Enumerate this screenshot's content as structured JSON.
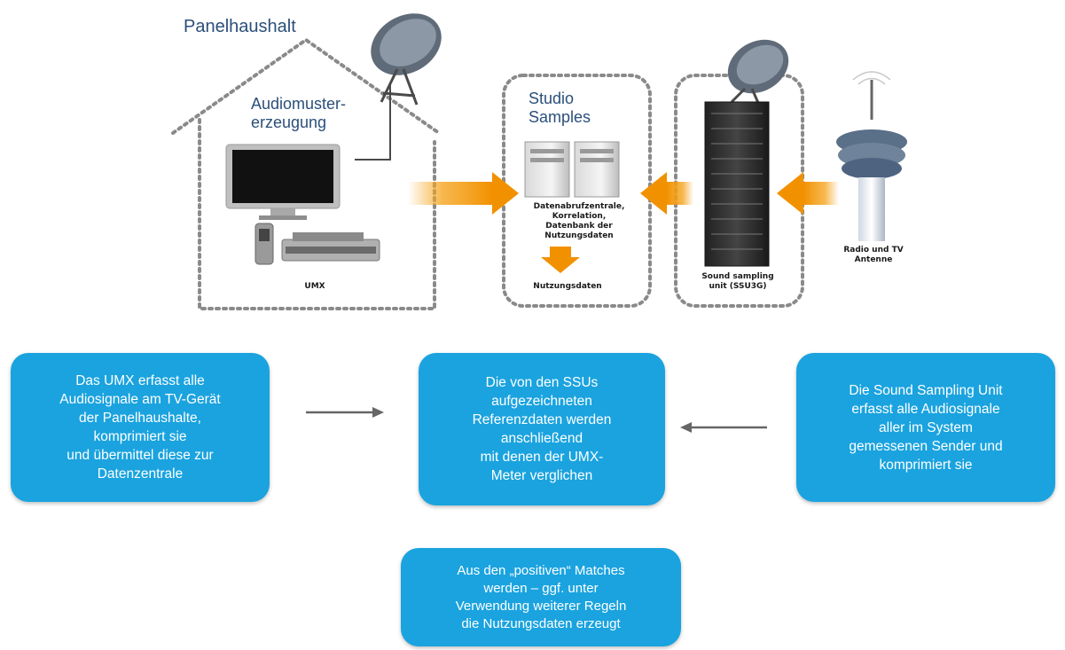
{
  "diagram": {
    "household": {
      "title": "Panelhaushalt",
      "area_label": "Audiomuster-\nerzeugung",
      "device_label": "UMX"
    },
    "studio": {
      "title": "Studio\nSamples",
      "server_caption": "Datenabrufzentrale,\nKorrelation,\nDatenbank der\nNutzungsdaten",
      "output_label": "Nutzungsdaten"
    },
    "ssu": {
      "label": "Sound sampling\nunit (SSU3G)"
    },
    "antenna": {
      "label": "Radio und TV\nAntenne"
    },
    "boxes": {
      "umx": "Das UMX erfasst alle\nAudiosignale  am TV-Gerät\nder Panelhaushalte,\nkomprimiert sie\nund übermittel diese zur\nDatenzentrale",
      "compare": "Die von den SSUs\naufgezeichneten\nReferenzdaten werden\nanschließend\nmit denen der UMX-\nMeter verglichen",
      "ssu": "Die Sound Sampling Unit\nerfasst alle Audiosignale\naller im System\ngemessenen Sender und\nkomprimiert sie",
      "result": "Aus den „positiven“ Matches\nwerden – ggf. unter\nVerwendung weiterer Regeln\ndie Nutzungsdaten erzeugt"
    },
    "colors": {
      "box_blue": "#1aa3df",
      "flow_orange": "#f5a623",
      "dotted_gray": "#8a8a8a",
      "title_blue": "#2b4f7a"
    }
  }
}
